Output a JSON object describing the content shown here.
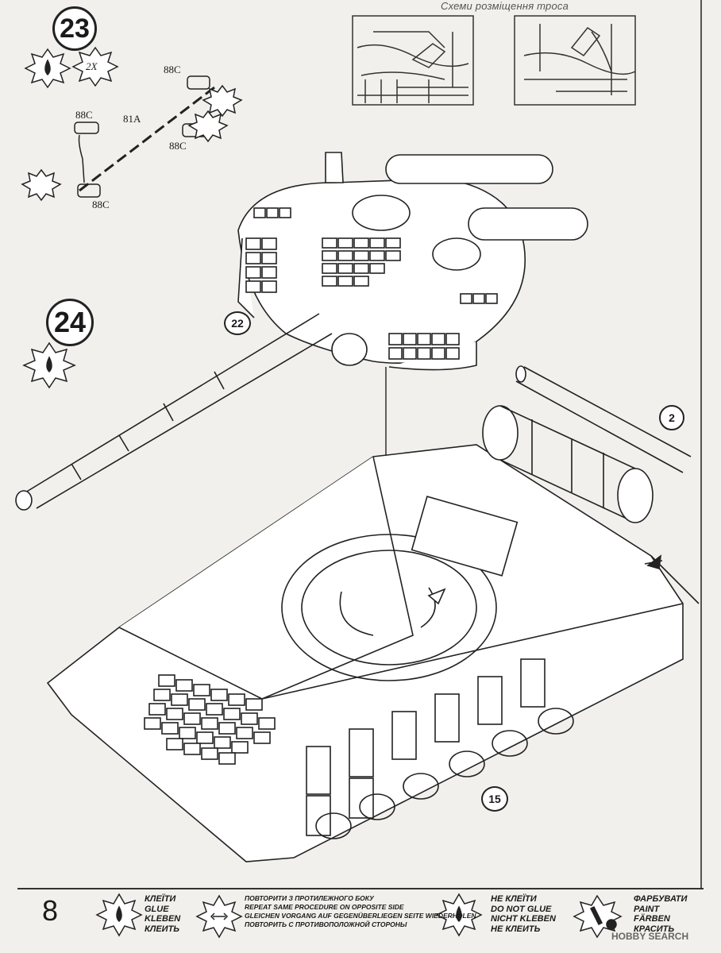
{
  "header": {
    "scheme_caption": "Схеми розміщення троса"
  },
  "steps": {
    "step23": "23",
    "step24": "24"
  },
  "glue_badge": {
    "multiplier": "2X"
  },
  "parts": {
    "p88c_top": "88C",
    "p88c_left": "88C",
    "p81a": "81A",
    "p88c_right": "88C",
    "p88c_bottom": "88C"
  },
  "callouts": {
    "c22": "22",
    "c2": "2",
    "c15": "15"
  },
  "footer": {
    "page_number": "8",
    "glue": [
      "КЛЕЇТИ",
      "GLUE",
      "KLEBEN",
      "КЛЕИТЬ"
    ],
    "repeat": [
      "ПОВТОРИТИ З ПРОТИЛЕЖНОГО БОКУ",
      "REPEAT SAME PROCEDURE ON OPPOSITE SIDE",
      "GLEICHEN VORGANG AUF GEGENÜBERLIEGEN SEITE WIEDERHOLEN",
      "ПОВТОРИТЬ С ПРОТИВОПОЛОЖНОЙ СТОРОНЫ"
    ],
    "no_glue": [
      "НЕ КЛЕЇТИ",
      "DO NOT GLUE",
      "NICHT KLEBEN",
      "НЕ КЛЕИТЬ"
    ],
    "paint": [
      "ФАРБУВАТИ",
      "PAINT",
      "FÄRBEN",
      "КРАСИТЬ"
    ]
  },
  "watermark": "HOBBY SEARCH"
}
